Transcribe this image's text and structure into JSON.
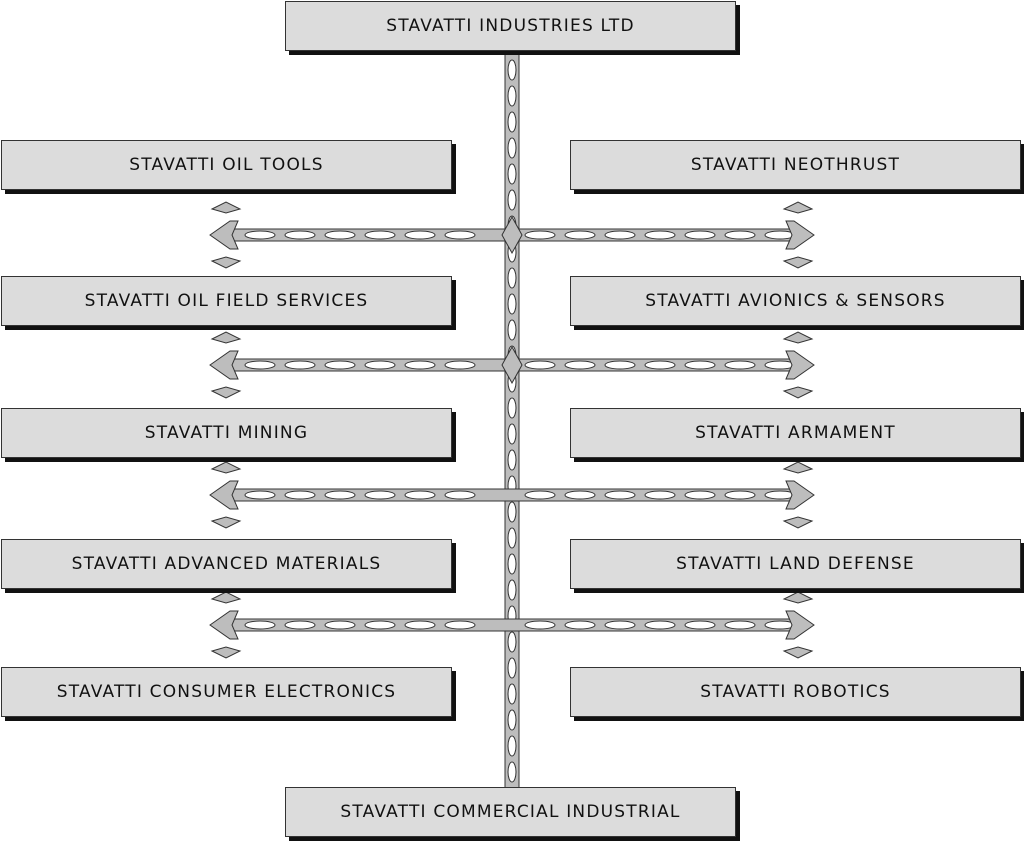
{
  "root": "STAVATTI INDUSTRIES LTD",
  "bottom": "STAVATTI COMMERCIAL INDUSTRIAL",
  "left": [
    "STAVATTI OIL TOOLS",
    "STAVATTI OIL FIELD SERVICES",
    "STAVATTI MINING",
    "STAVATTI ADVANCED MATERIALS",
    "STAVATTI CONSUMER ELECTRONICS"
  ],
  "right": [
    "STAVATTI NEOTHRUST",
    "STAVATTI AVIONICS & SENSORS",
    "STAVATTI ARMAMENT",
    "STAVATTI LAND DEFENSE",
    "STAVATTI ROBOTICS"
  ],
  "colors": {
    "box": "#dcdcdc",
    "connector": "#bdbdbd",
    "outline": "#333333"
  }
}
